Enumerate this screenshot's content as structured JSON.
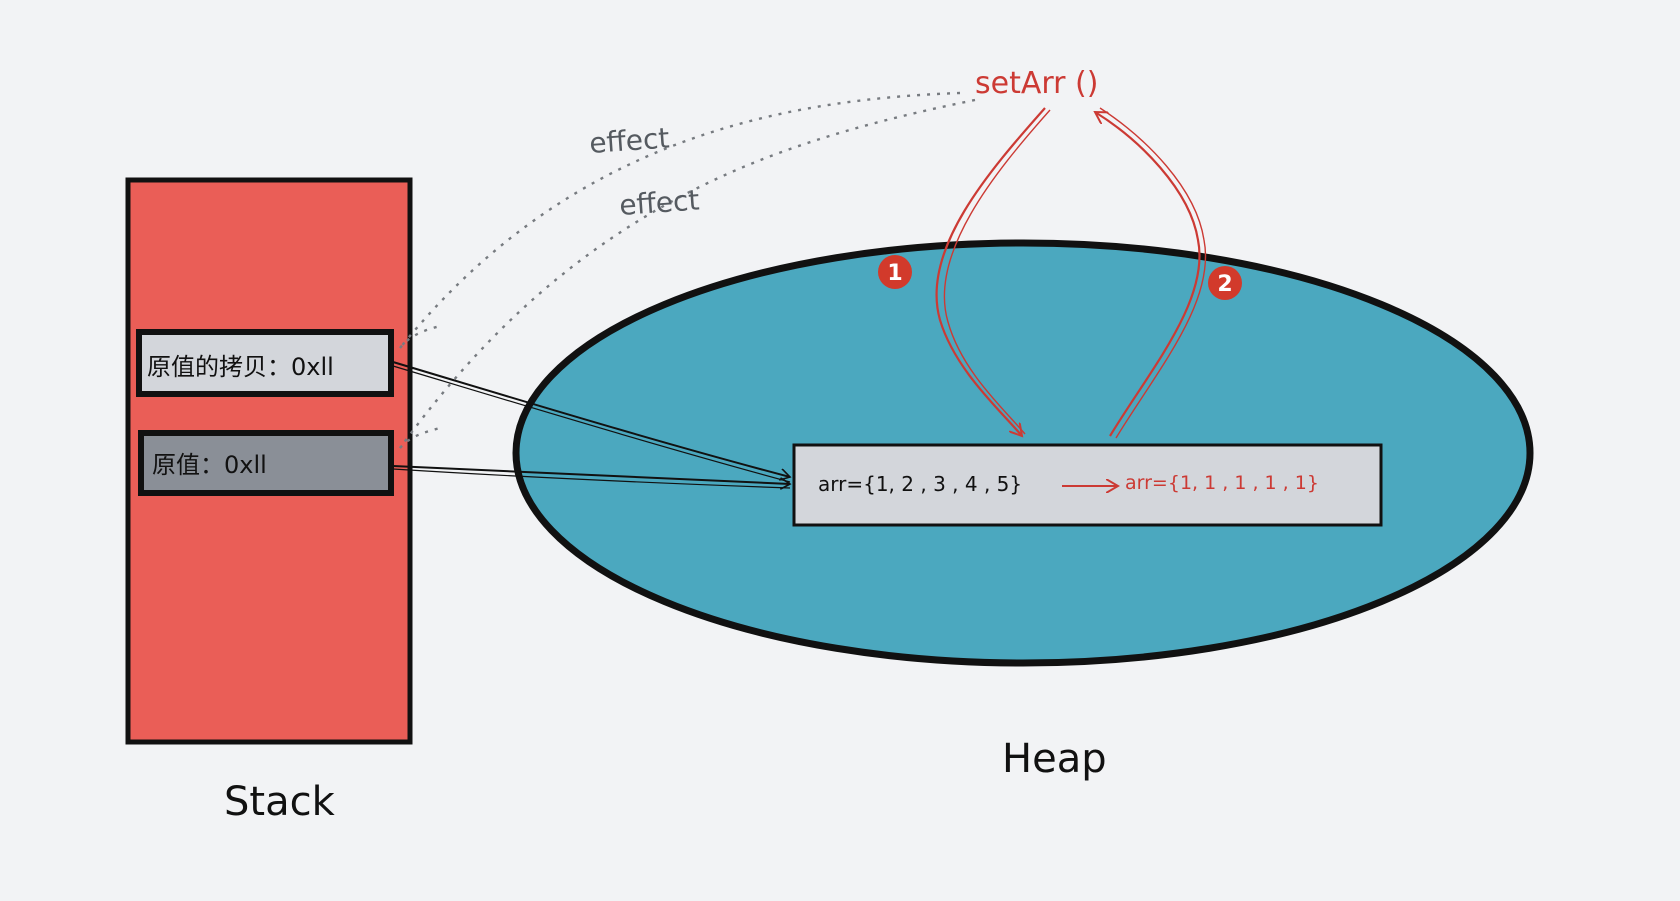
{
  "stack": {
    "label": "Stack",
    "fill": "#ea5e57",
    "copy_label": "原值的拷贝：0xll",
    "copy_fill": "#d3d6db",
    "orig_label": "原值：0xll",
    "orig_fill": "#8a8f97"
  },
  "heap": {
    "label": "Heap",
    "fill": "#4ba8bf"
  },
  "array": {
    "old_value": "arr={1, 2 , 3 , 4 , 5}",
    "new_value": "arr={1, 1 , 1 , 1 , 1}",
    "fill": "#d3d6db"
  },
  "setter": {
    "label": "setArr ()",
    "color": "#cc3a34"
  },
  "effects": [
    "effect",
    "effect"
  ],
  "steps": [
    "1",
    "2"
  ],
  "colors": {
    "ink": "#111111",
    "dotted": "#777b80",
    "step_badge": "#d23a2b"
  }
}
